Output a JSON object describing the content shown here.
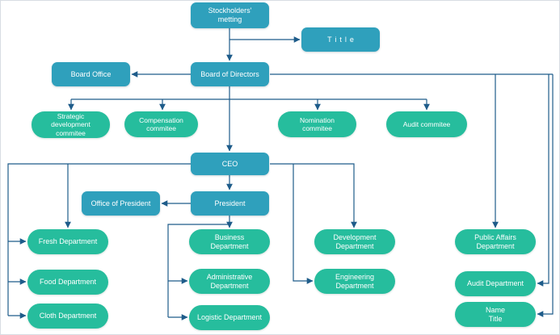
{
  "diagram": {
    "kind": "organizational-chart",
    "nodes": {
      "stockholders_meeting": "Stockholders'\nmetting",
      "title": "Title",
      "board_office": "Board Office",
      "board_of_directors": "Board of Directors",
      "strategic_development_commitee": "Strategic\ndevelopment\ncommitee",
      "compensation_commitee": "Compensation\ncommitee",
      "nomination_commitee": "Nomination\ncommitee",
      "audit_commitee": "Audit commitee",
      "ceo": "CEO",
      "office_of_president": "Office of President",
      "president": "President",
      "fresh_department": "Fresh Department",
      "food_department": "Food Department",
      "cloth_department": "Cloth Department",
      "business_department": "Business\nDepartment",
      "administrative_department": "Administrative\nDepartment",
      "logistic_department": "Logistic Department",
      "development_department": "Development\nDepartment",
      "engineering_department": "Engineering\nDepartment",
      "public_affairs_department": "Public Affairs\nDepartment",
      "audit_department": "Audit Department",
      "name_title": "Name\nTitle"
    },
    "edges": [
      {
        "from": "stockholders_meeting",
        "to": "board_of_directors"
      },
      {
        "from": "stockholders_meeting",
        "to": "title"
      },
      {
        "from": "board_of_directors",
        "to": "board_office"
      },
      {
        "from": "board_of_directors",
        "to": "strategic_development_commitee"
      },
      {
        "from": "board_of_directors",
        "to": "compensation_commitee"
      },
      {
        "from": "board_of_directors",
        "to": "nomination_commitee"
      },
      {
        "from": "board_of_directors",
        "to": "audit_commitee"
      },
      {
        "from": "board_of_directors",
        "to": "ceo"
      },
      {
        "from": "board_of_directors",
        "to": "public_affairs_department"
      },
      {
        "from": "board_of_directors",
        "to": "audit_department"
      },
      {
        "from": "board_of_directors",
        "to": "name_title"
      },
      {
        "from": "ceo",
        "to": "president"
      },
      {
        "from": "ceo",
        "to": "fresh_department"
      },
      {
        "from": "ceo",
        "to": "food_department"
      },
      {
        "from": "ceo",
        "to": "cloth_department"
      },
      {
        "from": "ceo",
        "to": "development_department"
      },
      {
        "from": "ceo",
        "to": "engineering_department"
      },
      {
        "from": "president",
        "to": "office_of_president"
      },
      {
        "from": "president",
        "to": "business_department"
      },
      {
        "from": "president",
        "to": "administrative_department"
      },
      {
        "from": "president",
        "to": "logistic_department"
      }
    ],
    "colors": {
      "management_box": "#2fa0bc",
      "department_pill": "#26bd9d",
      "connector": "#1e5c8a",
      "text": "#ffffff",
      "canvas_background": "#ffffff",
      "canvas_border": "#d8dde3"
    }
  }
}
